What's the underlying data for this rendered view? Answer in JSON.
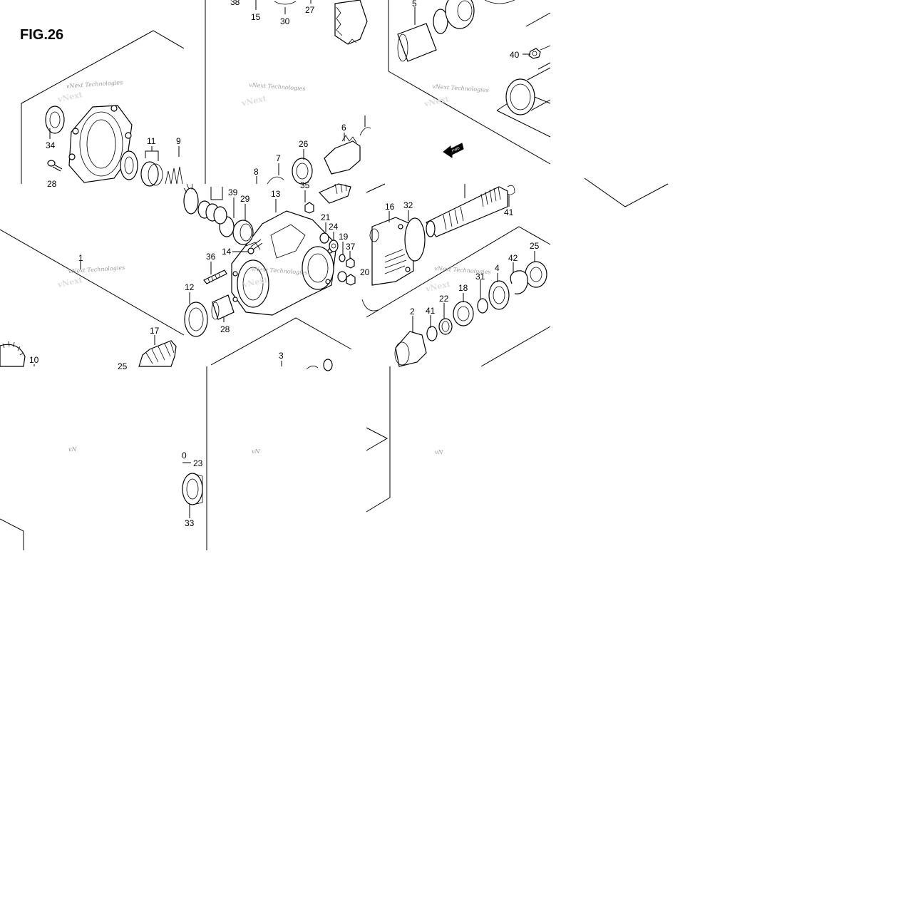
{
  "figure": {
    "title": "FIG.26",
    "direction_label": "FWD"
  },
  "watermark": {
    "text": "vNext Technologies",
    "partial": "vN"
  },
  "callouts": [
    {
      "id": "38",
      "label": "38"
    },
    {
      "id": "15",
      "label": "15"
    },
    {
      "id": "30",
      "label": "30"
    },
    {
      "id": "27",
      "label": "27"
    },
    {
      "id": "5",
      "label": "5"
    },
    {
      "id": "40",
      "label": "40"
    },
    {
      "id": "34",
      "label": "34"
    },
    {
      "id": "11",
      "label": "11"
    },
    {
      "id": "9",
      "label": "9"
    },
    {
      "id": "28a",
      "label": "28"
    },
    {
      "id": "6",
      "label": "6"
    },
    {
      "id": "26",
      "label": "26"
    },
    {
      "id": "7",
      "label": "7"
    },
    {
      "id": "8",
      "label": "8"
    },
    {
      "id": "13",
      "label": "13"
    },
    {
      "id": "35",
      "label": "35"
    },
    {
      "id": "39",
      "label": "39"
    },
    {
      "id": "29",
      "label": "29"
    },
    {
      "id": "21",
      "label": "21"
    },
    {
      "id": "24",
      "label": "24"
    },
    {
      "id": "19",
      "label": "19"
    },
    {
      "id": "37",
      "label": "37"
    },
    {
      "id": "20",
      "label": "20"
    },
    {
      "id": "14",
      "label": "14"
    },
    {
      "id": "36",
      "label": "36"
    },
    {
      "id": "1",
      "label": "1"
    },
    {
      "id": "12",
      "label": "12"
    },
    {
      "id": "28b",
      "label": "28"
    },
    {
      "id": "17",
      "label": "17"
    },
    {
      "id": "10",
      "label": "10"
    },
    {
      "id": "25a",
      "label": "25"
    },
    {
      "id": "16",
      "label": "16"
    },
    {
      "id": "32",
      "label": "32"
    },
    {
      "id": "41a",
      "label": "41"
    },
    {
      "id": "31",
      "label": "31"
    },
    {
      "id": "42",
      "label": "42"
    },
    {
      "id": "25b",
      "label": "25"
    },
    {
      "id": "4",
      "label": "4"
    },
    {
      "id": "18",
      "label": "18"
    },
    {
      "id": "22",
      "label": "22"
    },
    {
      "id": "41b",
      "label": "41"
    },
    {
      "id": "2",
      "label": "2"
    },
    {
      "id": "3",
      "label": "3"
    },
    {
      "id": "23",
      "label": "23"
    },
    {
      "id": "33",
      "label": "33"
    },
    {
      "id": "0",
      "label": "0"
    }
  ]
}
